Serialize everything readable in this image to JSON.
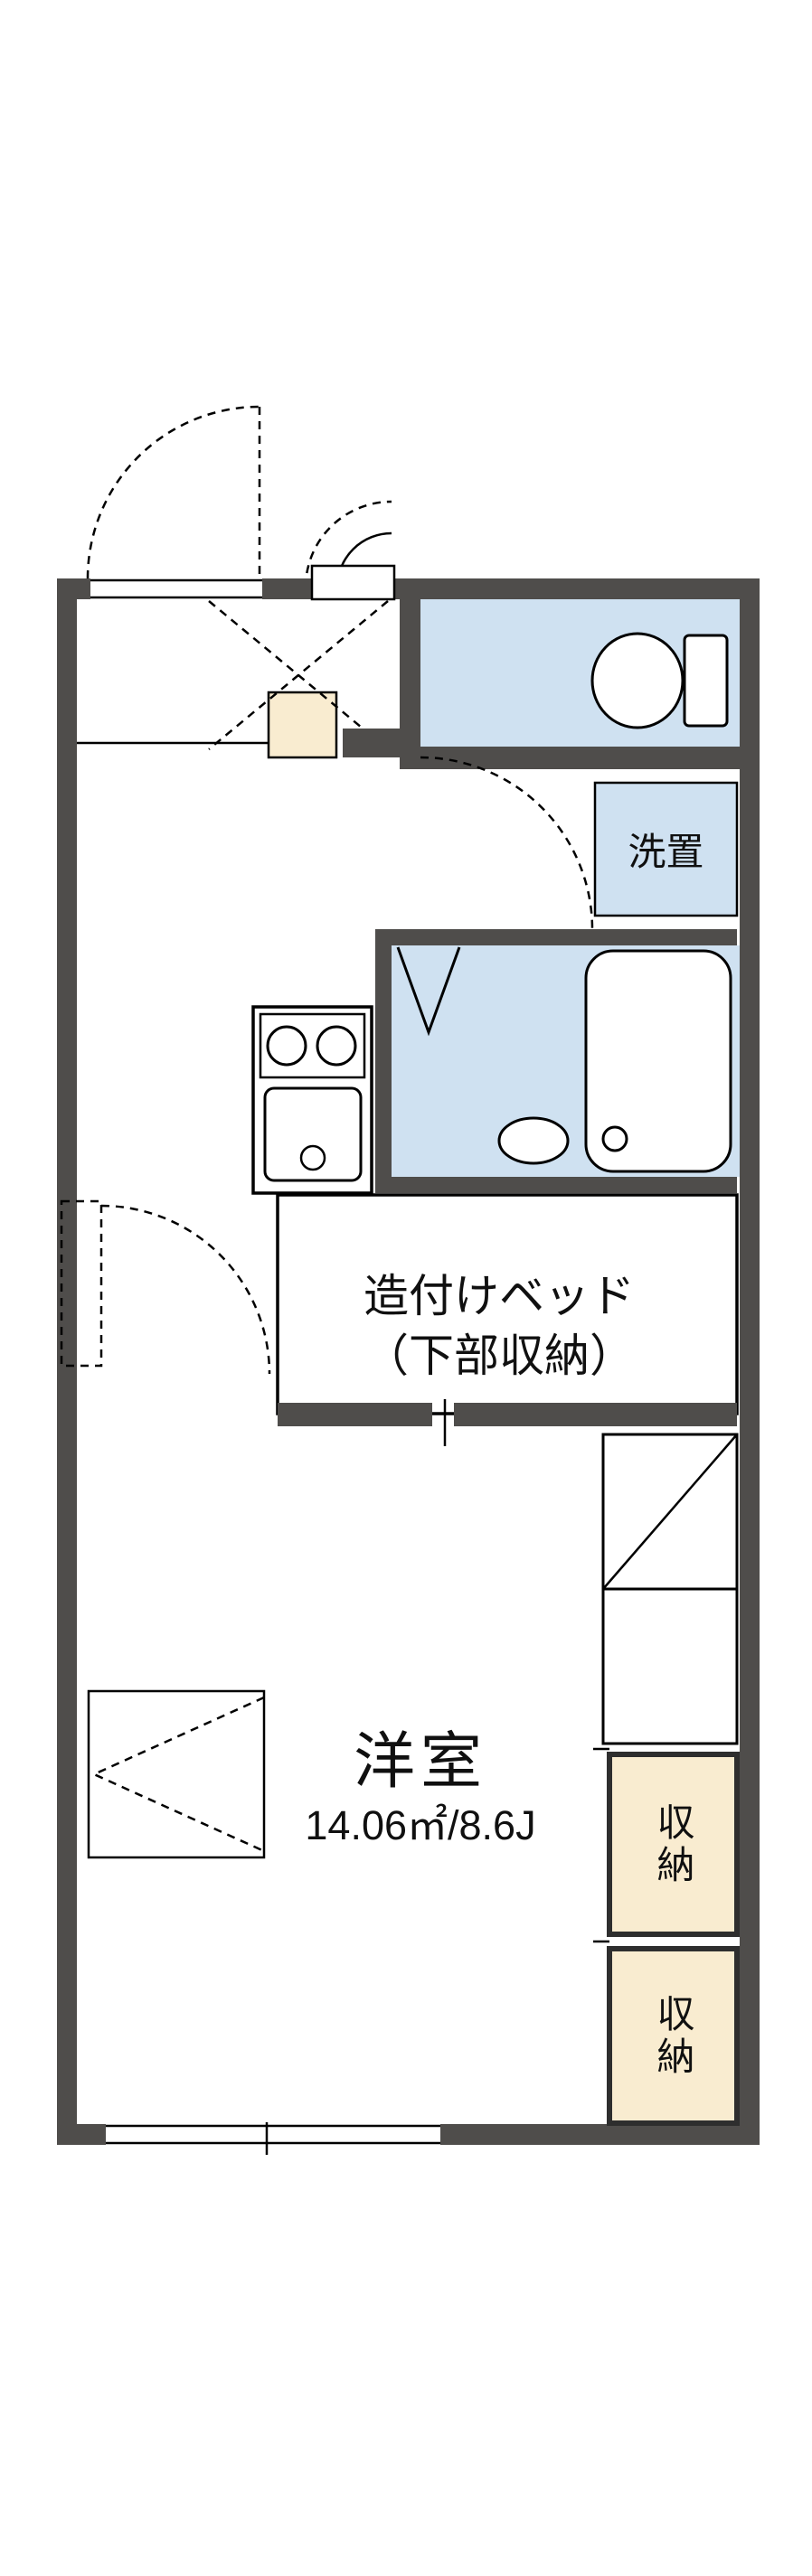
{
  "floorplan": {
    "labels": {
      "laundry": "洗置",
      "built_in_bed_line1": "造付けベッド",
      "built_in_bed_line2": "（下部収納）",
      "room_name": "洋室",
      "room_size": "14.06㎡/8.6J",
      "storage_upper": "収納",
      "storage_lower": "収納"
    },
    "colors": {
      "wall": "#4f4d4b",
      "water": "#cfe1f1",
      "storage": "#f9ecd0",
      "background": "#ffffff"
    }
  }
}
